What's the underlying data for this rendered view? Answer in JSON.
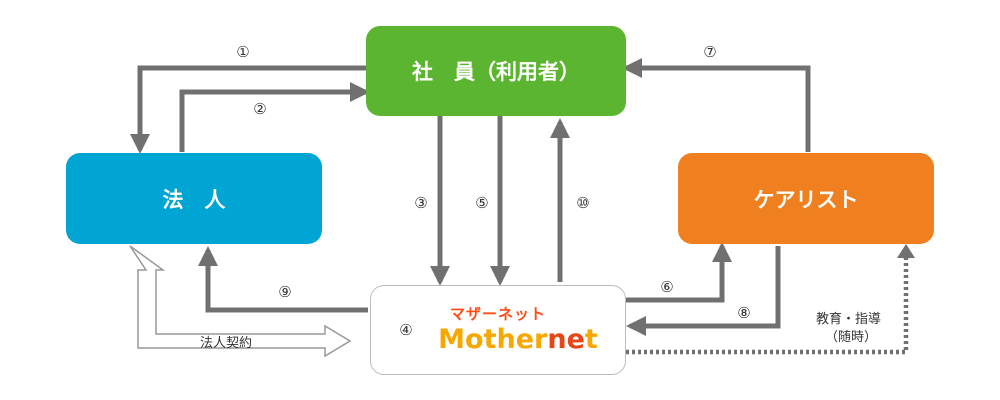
{
  "nodes": {
    "employee": {
      "label": "社　員（利用者）",
      "color": "#5cb531"
    },
    "corporation": {
      "label": "法　人",
      "color": "#00a5d4"
    },
    "carelist": {
      "label": "ケアリスト",
      "color": "#f0801f"
    },
    "mothernet": {
      "kana": "マザーネット",
      "logo_main": "Mother",
      "logo_accent": "ne",
      "logo_end": "t",
      "kana_color": "#ff4a14",
      "logo_color": "#f6a800",
      "accent_color": "#e64617"
    }
  },
  "steps": {
    "s1": "①",
    "s2": "②",
    "s3": "③",
    "s4": "④",
    "s5": "⑤",
    "s6": "⑥",
    "s7": "⑦",
    "s8": "⑧",
    "s9": "⑨",
    "s10": "⑩"
  },
  "labels": {
    "contract": "法人契約",
    "education_line1": "教育・指導",
    "education_line2": "（随時）"
  },
  "colors": {
    "arrow": "#707070",
    "outline": "#999999"
  }
}
